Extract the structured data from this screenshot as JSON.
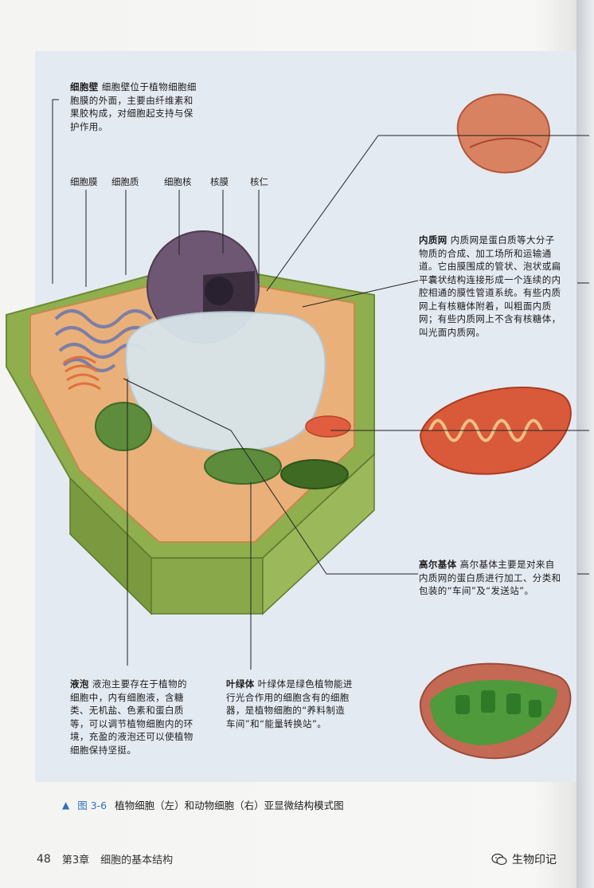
{
  "labels": {
    "cell_wall": {
      "title": "细胞壁",
      "text": "细胞壁位于植物细胞细胞膜的外面，主要由纤维素和果胶构成，对细胞起支持与保护作用。"
    },
    "top_row": [
      "细胞膜",
      "细胞质",
      "细胞核",
      "核膜",
      "核仁"
    ],
    "er": {
      "title": "内质网",
      "text": "内质网是蛋白质等大分子物质的合成、加工场所和运输通道。它由膜围成的管状、泡状或扁平囊状结构连接形成一个连续的内腔相通的膜性管道系统。有些内质网上有核糖体附着，叫粗面内质网；有些内质网上不含有核糖体，叫光面内质网。"
    },
    "golgi": {
      "title": "高尔基体",
      "text": "高尔基体主要是对来自内质网的蛋白质进行加工、分类和包装的“车间”及“发送站”。"
    },
    "vacuole": {
      "title": "液泡",
      "text": "液泡主要存在于植物的细胞中，内有细胞液，含糖类、无机盐、色素和蛋白质等，可以调节植物细胞内的环境，充盈的液泡还可以使植物细胞保持坚挺。"
    },
    "chloroplast": {
      "title": "叶绿体",
      "text": "叶绿体是绿色植物能进行光合作用的细胞含有的细胞器，是植物细胞的“养料制造车间”和“能量转换站”。"
    }
  },
  "caption": {
    "fig_no": "图 3-6",
    "text": "植物细胞（左）和动物细胞（右）亚显微结构模式图"
  },
  "footer": {
    "page_number": "48",
    "chapter": "第3章",
    "chapter_title": "细胞的基本结构"
  },
  "brand": {
    "name": "生物印记"
  },
  "colors": {
    "panel": "#e4eaf1",
    "accent_blue": "#2e73b8",
    "cell_wall": "#8fae4e",
    "nucleus": "#6e5772",
    "vacuole": "#d8e4ea"
  }
}
